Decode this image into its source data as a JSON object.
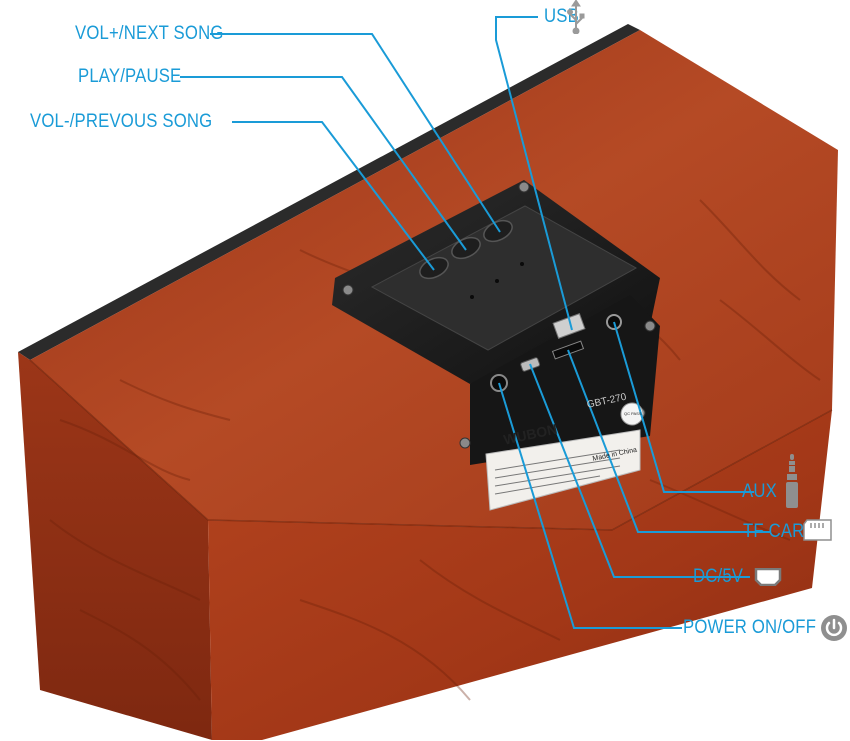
{
  "labels": {
    "vol_plus": "VOL+/NEXT SONG",
    "play_pause": "PLAY/PAUSE",
    "vol_minus": "VOL-/PREVOUS SONG",
    "usb": "USB",
    "aux": "AUX",
    "tf_card": "TF CARD",
    "dc": "DC/5V",
    "power": "POWER ON/OFF"
  },
  "product": {
    "brand": "WUBON",
    "model": "GBT-270",
    "made_in": "Made in China",
    "qc_badge": "QC PASS"
  },
  "icons": {
    "usb": "usb-icon",
    "aux": "audio-jack-icon",
    "tf_card": "sd-card-icon",
    "dc": "dc-port-icon",
    "power": "power-icon"
  },
  "colors": {
    "callout": "#1a9bd7",
    "wood": "#a8391c",
    "panel": "#1c1c1c",
    "grille": "#2a2a2a"
  }
}
